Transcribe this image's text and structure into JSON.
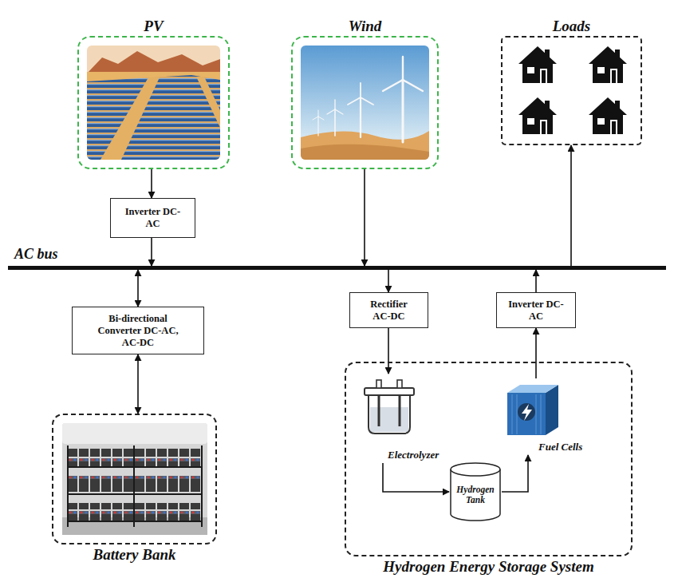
{
  "diagram": {
    "nodes": [
      {
        "text": [
          "PV"
        ]
      },
      {
        "text": [
          "Wind"
        ]
      },
      {
        "text": [
          "Loads"
        ]
      },
      {
        "text": [
          "Inverter DC-AC"
        ]
      },
      {
        "text": [
          "AC bus"
        ]
      },
      {
        "text": [
          "Bi-directional Converter DC-AC, AC-DC"
        ]
      },
      {
        "text": [
          "Rectifier AC-DC"
        ]
      },
      {
        "text": [
          "Inverter DC-AC"
        ]
      },
      {
        "text": [
          "Battery Bank"
        ]
      },
      {
        "text": [
          "Hydrogen Energy Storage System"
        ]
      },
      {
        "text": [
          "Electrolyzer"
        ],
        "in": 9
      },
      {
        "text": [
          "Hydrogen Tank"
        ],
        "in": 9
      },
      {
        "text": [
          "Fuel Cells"
        ],
        "in": 9
      }
    ],
    "edges": [
      {
        "from": 0,
        "to": 3,
        "arrow": "to"
      },
      {
        "from": 3,
        "to": 4,
        "arrow": "to"
      },
      {
        "from": 1,
        "to": 4,
        "arrow": "to"
      },
      {
        "from": 4,
        "to": 2,
        "arrow": "to"
      },
      {
        "from": 4,
        "to": 5,
        "arrow": "both"
      },
      {
        "from": 5,
        "to": 8,
        "arrow": "both"
      },
      {
        "from": 4,
        "to": 6,
        "arrow": "to"
      },
      {
        "from": 6,
        "to": 10,
        "arrow": "to"
      },
      {
        "from": 10,
        "to": 11,
        "arrow": "to"
      },
      {
        "from": 11,
        "to": 12,
        "arrow": "to"
      },
      {
        "from": 12,
        "to": 7,
        "arrow": "to"
      },
      {
        "from": 7,
        "to": 4,
        "arrow": "to"
      }
    ]
  }
}
